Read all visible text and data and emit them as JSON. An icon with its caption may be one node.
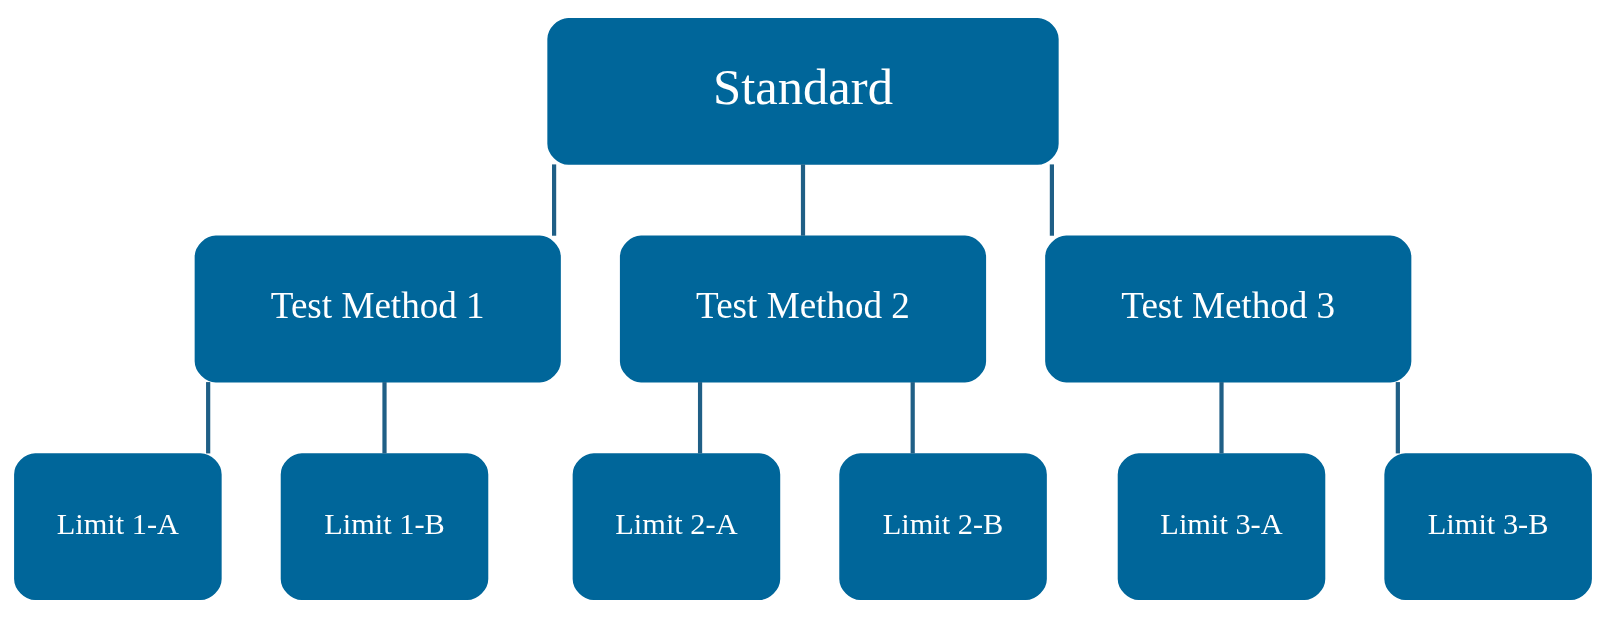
{
  "diagram": {
    "nodes": [
      {
        "text": [
          "Standard"
        ]
      },
      {
        "text": [
          "Test Method 1"
        ]
      },
      {
        "text": [
          "Test Method 2"
        ]
      },
      {
        "text": [
          "Test Method 3"
        ]
      },
      {
        "text": [
          "Limit 1-A"
        ]
      },
      {
        "text": [
          "Limit 1-B"
        ]
      },
      {
        "text": [
          "Limit 2-A"
        ]
      },
      {
        "text": [
          "Limit 2-B"
        ]
      },
      {
        "text": [
          "Limit 3-A"
        ]
      },
      {
        "text": [
          "Limit 3-B"
        ]
      }
    ],
    "edges": [
      {
        "from": 0,
        "to": 1,
        "arrow": "none"
      },
      {
        "from": 0,
        "to": 2,
        "arrow": "none"
      },
      {
        "from": 0,
        "to": 3,
        "arrow": "none"
      },
      {
        "from": 1,
        "to": 4,
        "arrow": "none"
      },
      {
        "from": 1,
        "to": 5,
        "arrow": "none"
      },
      {
        "from": 2,
        "to": 6,
        "arrow": "none"
      },
      {
        "from": 2,
        "to": 7,
        "arrow": "none"
      },
      {
        "from": 3,
        "to": 8,
        "arrow": "none"
      },
      {
        "from": 3,
        "to": 9,
        "arrow": "none"
      }
    ]
  }
}
